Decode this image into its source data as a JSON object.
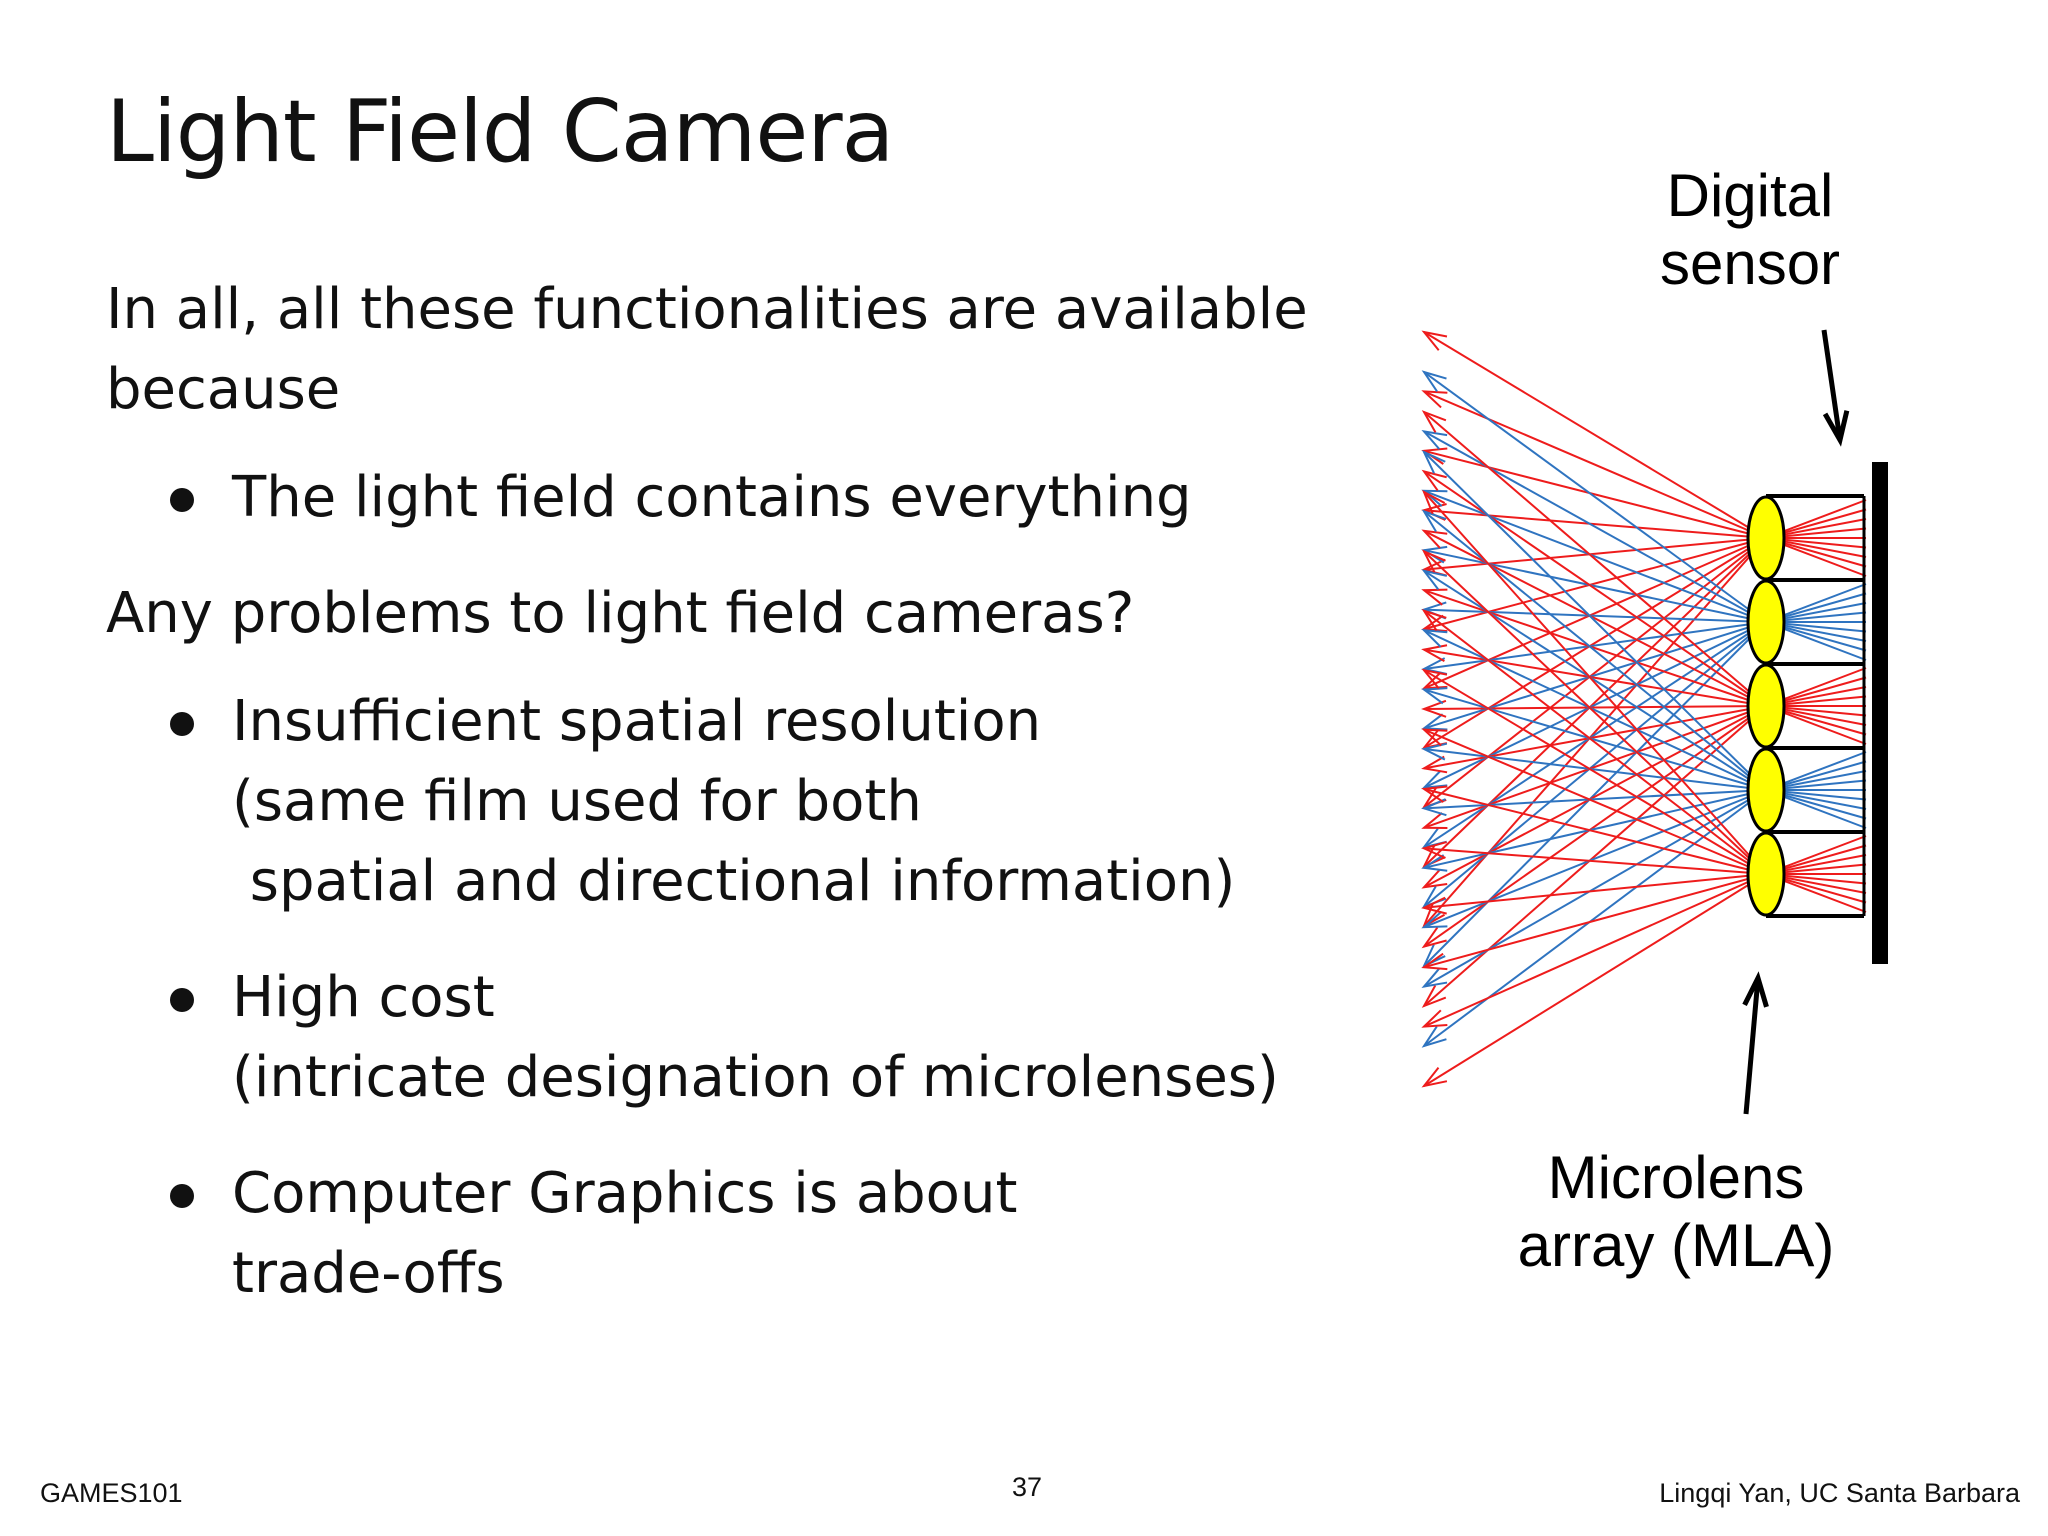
{
  "slide": {
    "title": "Light Field Camera",
    "paragraphs": [
      {
        "lines": [
          "In all, all these functionalities are available",
          "because"
        ],
        "bullets": [
          {
            "lines": [
              "The light field contains everything"
            ]
          }
        ]
      },
      {
        "lines": [
          "Any problems to light field cameras?"
        ],
        "bullets": [
          {
            "lines": [
              "Insufficient spatial resolution",
              "(same film used for both",
              " spatial and directional information)"
            ]
          },
          {
            "lines": [
              "High cost",
              "(intricate designation of microlenses)"
            ]
          },
          {
            "lines": [
              "Computer Graphics is about",
              "trade-offs"
            ]
          }
        ]
      }
    ]
  },
  "diagram": {
    "labels": {
      "sensor": [
        "Digital",
        "sensor"
      ],
      "mla": [
        "Microlens",
        "array (MLA)"
      ]
    },
    "lens_count": 5,
    "ray_colors": [
      "red",
      "blue",
      "red",
      "blue",
      "red"
    ],
    "colors": {
      "red": "#ee1c1c",
      "blue": "#2f74c0",
      "lens": "#ffff00",
      "sensor": "#000000"
    }
  },
  "footer": {
    "left": "GAMES101",
    "page": "37",
    "right": "Lingqi Yan, UC Santa Barbara"
  }
}
